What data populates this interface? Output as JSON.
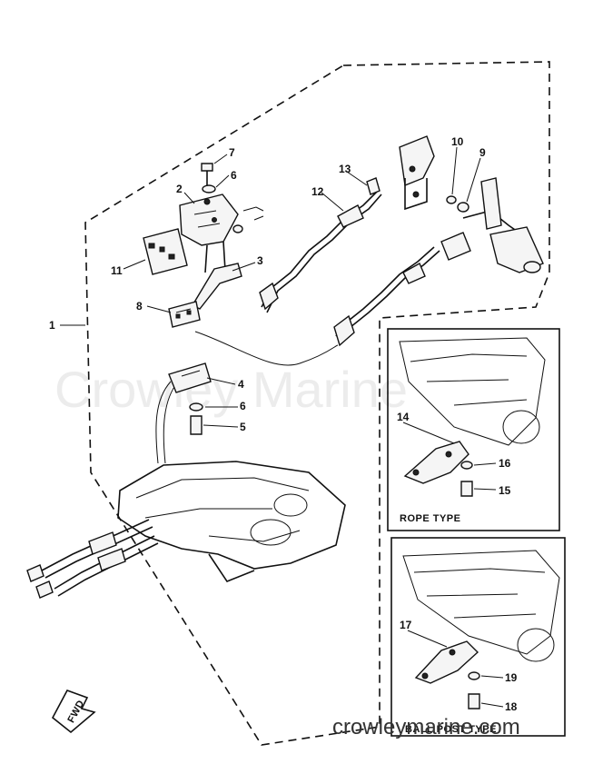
{
  "callouts": [
    "1",
    "2",
    "3",
    "4",
    "5",
    "6",
    "6",
    "7",
    "8",
    "9",
    "10",
    "11",
    "12",
    "13",
    "14",
    "15",
    "16",
    "17",
    "18",
    "19"
  ],
  "insets": {
    "rope_type_label": "ROPE TYPE",
    "ball_post_type_label": "BALL POST TYPE"
  },
  "fwd_label": "FWD",
  "watermark": "Crowley Marine",
  "site_url": "crowleymarine.com"
}
